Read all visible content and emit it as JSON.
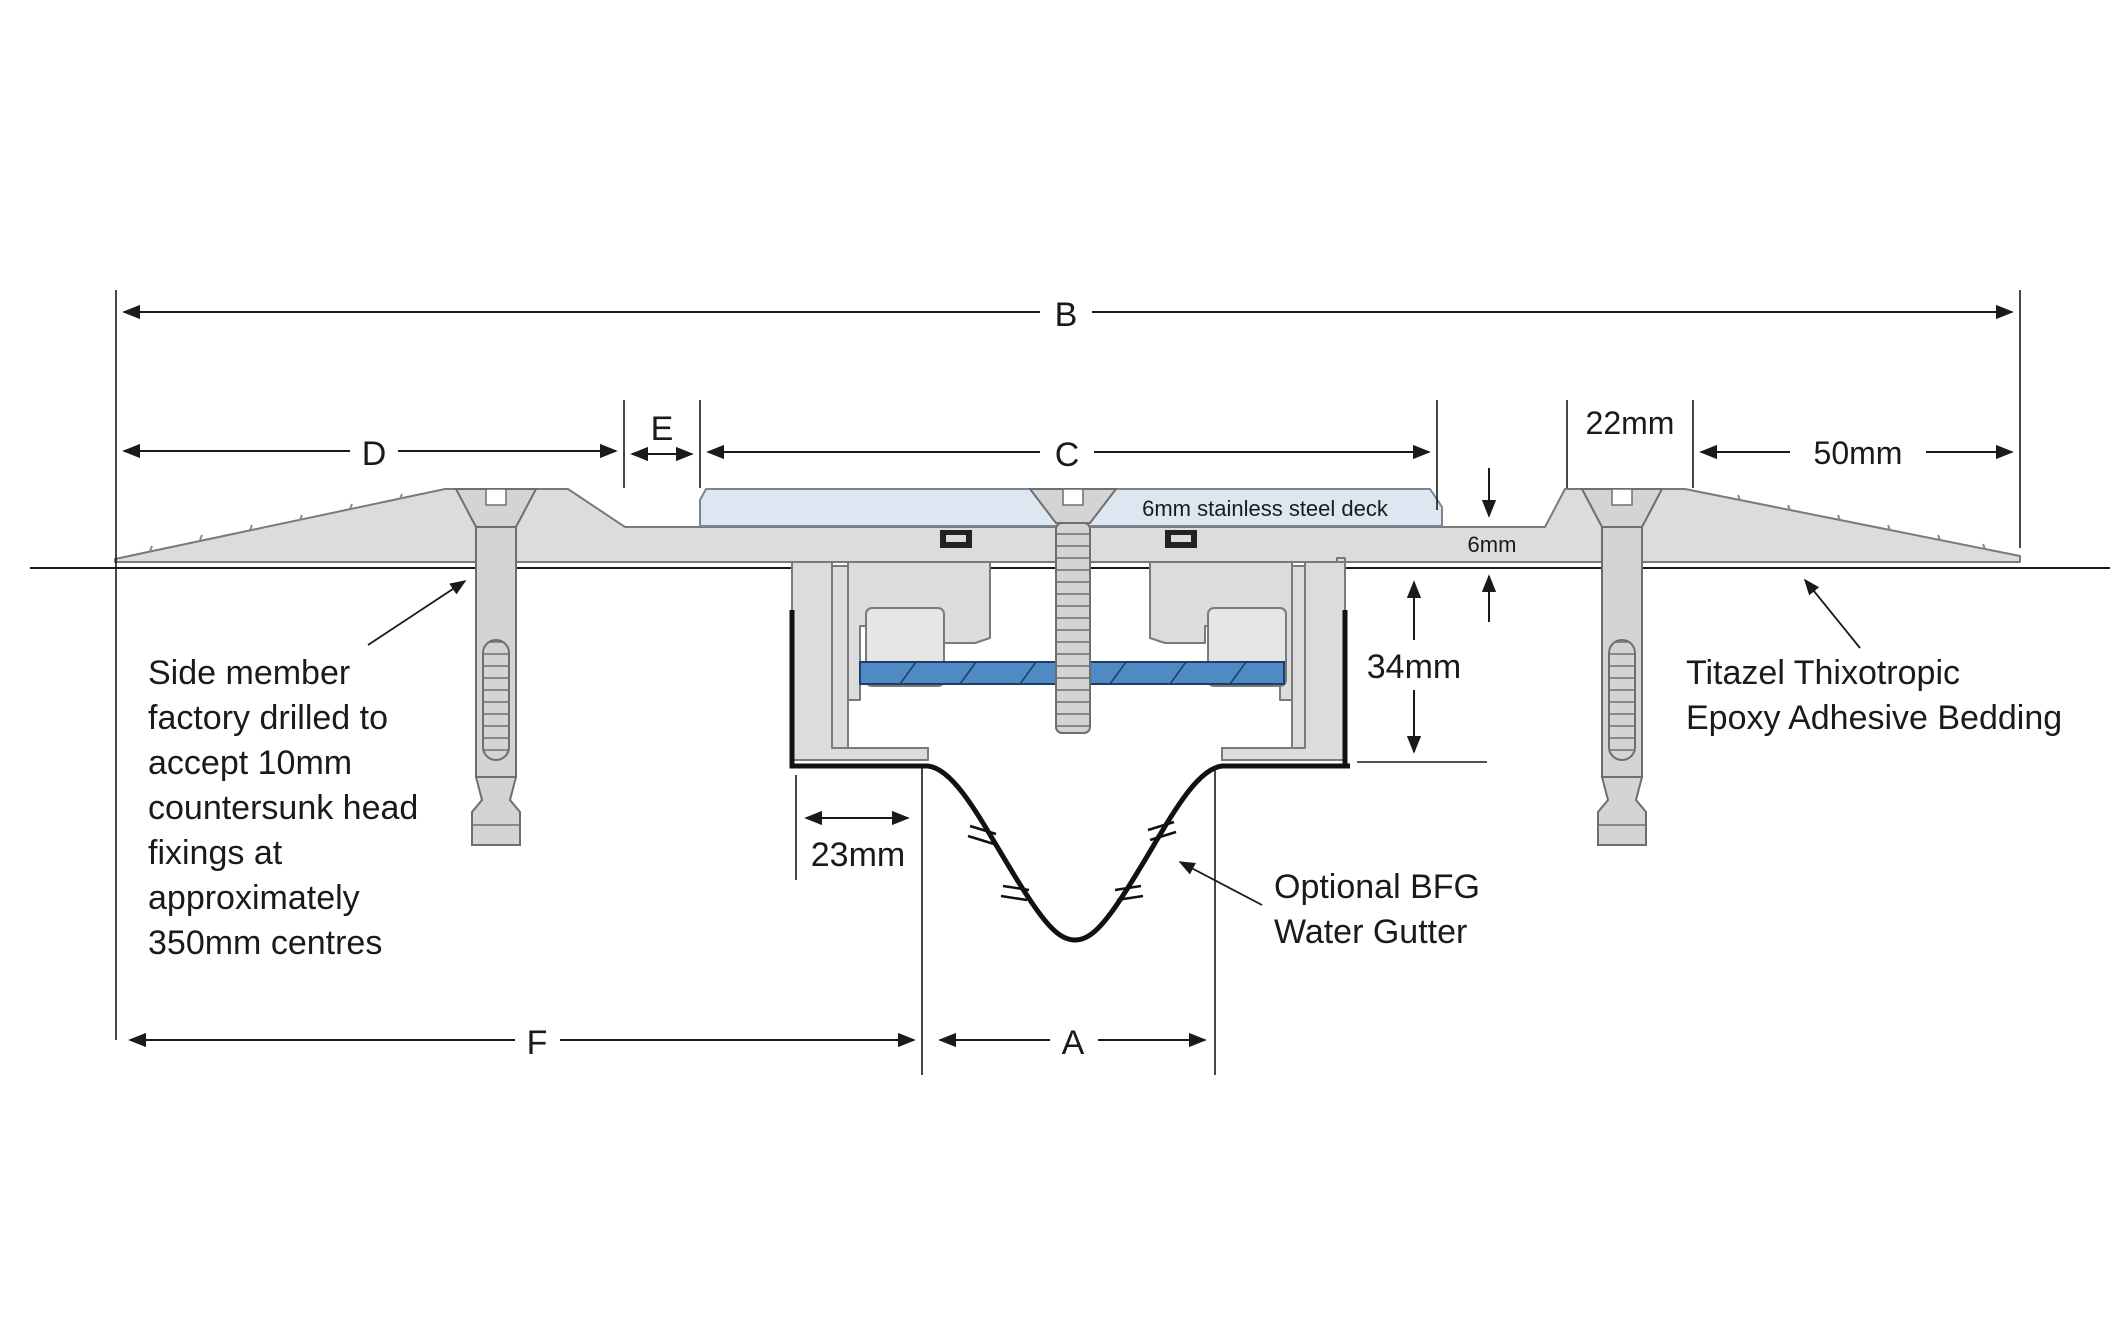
{
  "dimensions": {
    "A": "A",
    "B": "B",
    "C": "C",
    "D": "D",
    "E": "E",
    "F": "F",
    "ramp_width": "50mm",
    "head_width": "22mm",
    "deck_gap": "6mm",
    "channel_depth": "34mm",
    "channel_offset": "23mm"
  },
  "labels": {
    "deck": "6mm stainless steel deck",
    "side_member": [
      "Side member",
      "factory drilled to",
      "accept 10mm",
      "countersunk head",
      "fixings at",
      "approximately",
      "350mm centres"
    ],
    "bedding": [
      "Titazel Thixotropic",
      "Epoxy Adhesive Bedding"
    ],
    "gutter": [
      "Optional BFG",
      "Water Gutter"
    ]
  },
  "colors": {
    "profile": "#dcdcdc",
    "deck": "#dde7f1",
    "plate": "#4f8ac4",
    "gutter": "#111111"
  }
}
